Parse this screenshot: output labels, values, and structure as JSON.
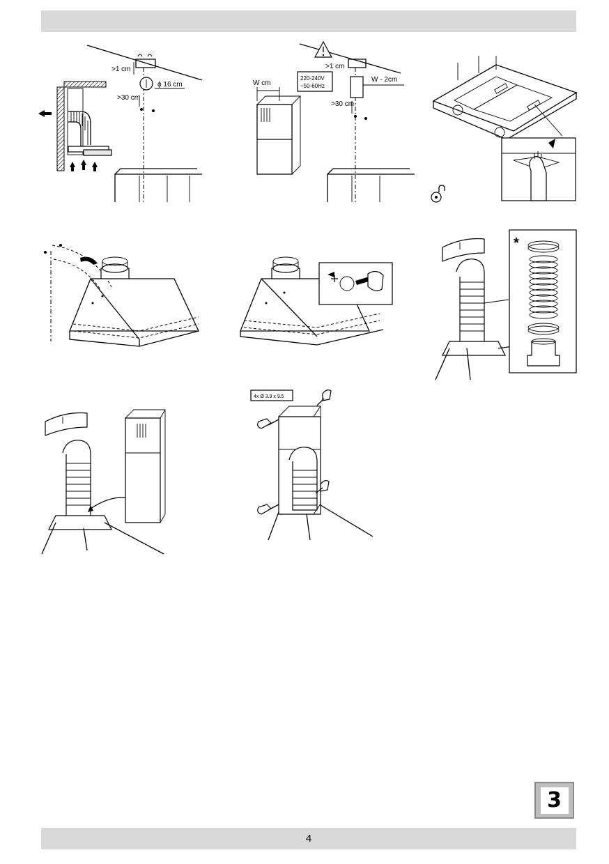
{
  "page": {
    "number": "4",
    "section_number": "3"
  },
  "fig1": {
    "gap_top": ">1 cm",
    "gap_side": ">30 cm",
    "diameter": "ϕ 16 cm"
  },
  "fig2": {
    "width_label": "W cm",
    "voltage": "220-240V",
    "frequency": "~50-60Hz",
    "gap_top": ">1 cm",
    "gap_side": ">30 cm",
    "width_minus": "W - 2cm"
  },
  "fig6": {
    "asterisk": "*"
  },
  "fig8": {
    "screws": "4x Ø 3.9 x 9.5"
  },
  "icons": [
    "warning-triangle-icon",
    "screwdriver-icon",
    "hand-icon",
    "arrow-icon",
    "lock-gear-icon"
  ]
}
